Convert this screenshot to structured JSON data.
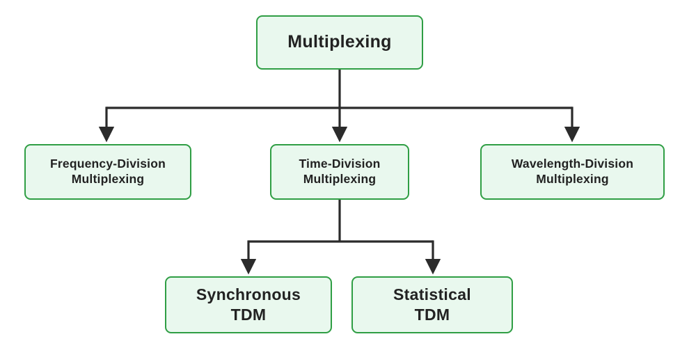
{
  "diagram": {
    "type": "tree",
    "title": "Multiplexing",
    "colors": {
      "node_fill": "#e9f8ee",
      "node_border": "#2f9e44",
      "connector": "#2b2b2b",
      "text": "#222222"
    },
    "nodes": {
      "root": {
        "label": "Multiplexing"
      },
      "fdm": {
        "line1": "Frequency-Division",
        "line2": "Multiplexing"
      },
      "tdm": {
        "line1": "Time-Division",
        "line2": "Multiplexing"
      },
      "wdm": {
        "line1": "Wavelength-Division",
        "line2": "Multiplexing"
      },
      "sync": {
        "line1": "Synchronous",
        "line2": "TDM"
      },
      "stat": {
        "line1": "Statistical",
        "line2": "TDM"
      }
    },
    "edges": [
      {
        "from": "root",
        "to": "fdm"
      },
      {
        "from": "root",
        "to": "tdm"
      },
      {
        "from": "root",
        "to": "wdm"
      },
      {
        "from": "tdm",
        "to": "sync"
      },
      {
        "from": "tdm",
        "to": "stat"
      }
    ]
  }
}
